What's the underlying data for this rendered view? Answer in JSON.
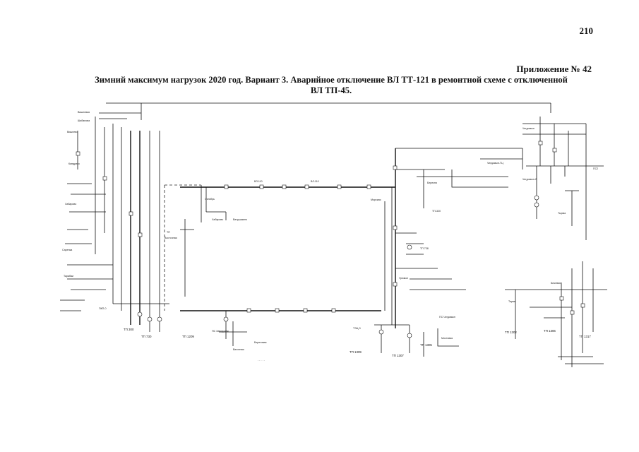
{
  "page": {
    "number": "210",
    "appendix": "Приложение № 42",
    "title_line1": "Зимний максимум нагрузок 2020 год. Вариант 3. Аварийное отключение ВЛ ТТ-121 в ремонтной схеме с отключенной",
    "title_line2": "ВЛ ТП-45."
  },
  "labels": {
    "oktyabr": "Октябрь",
    "vostochnaya": "Восточная",
    "tp300": "ТП 300",
    "tp730": "ТП 730",
    "tp1209": "ТП 1209",
    "tp738": "ТП 738",
    "tp1309": "ТП 1309",
    "tp1307": "ТП 1307",
    "bereznya": "Березня",
    "chegdomyn": "Чегдомын",
    "tyrma": "Тырма",
    "tp1305": "ТП 1305",
    "tp1302": "ТП 1302",
    "tp1306": "ТП 1306",
    "tp1317": "ТП 1317"
  },
  "colors": {
    "line": "#111111",
    "background": "#ffffff"
  }
}
